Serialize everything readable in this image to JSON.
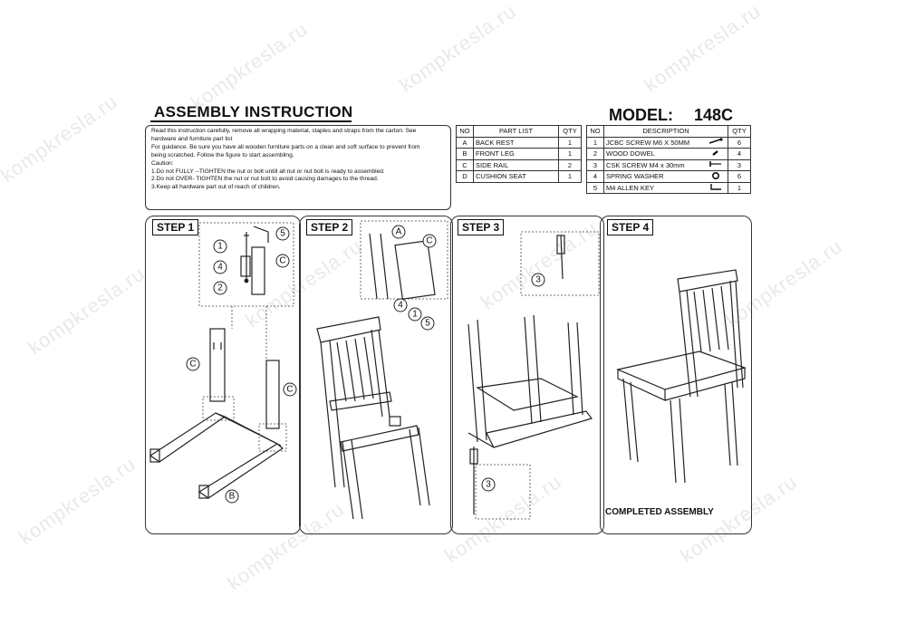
{
  "header": {
    "title": "ASSEMBLY INSTRUCTION",
    "model_label": "MODEL:",
    "model_number": "148C"
  },
  "instructions": {
    "lines": [
      "Read this instruction carefully, remove all wrapping material, staples and straps from the carton. See",
      "hardware and furniture part list",
      "For guidance. Be sure you have all wooden furniture parts on a clean and soft surface to prevent from",
      "being scratched. Follow the figure to start assembling.",
      "Caution:",
      "1.Do not FULLY --TIGHTEN the nut or bolt untill all nut or nut bolt is ready to assembled.",
      "2.Do not OVER- TIGHTEN the nut or nut bolt to avoid causing damages to the thread.",
      "3.Keep all hardware part out of reach of children."
    ]
  },
  "part_list": {
    "headers": [
      "NO",
      "PART LIST",
      "QTY"
    ],
    "rows": [
      {
        "no": "A",
        "name": "BACK REST",
        "qty": "1"
      },
      {
        "no": "B",
        "name": "FRONT LEG",
        "qty": "1"
      },
      {
        "no": "C",
        "name": "SIDE RAIL",
        "qty": "2"
      },
      {
        "no": "D",
        "name": "CUSHION SEAT",
        "qty": "1"
      }
    ]
  },
  "hardware": {
    "headers": [
      "NO",
      "DESCRIPTION",
      "QTY"
    ],
    "rows": [
      {
        "no": "1",
        "desc": "JCBC SCREW M6 X 50MM",
        "icon": "screw-icon",
        "qty": "6"
      },
      {
        "no": "2",
        "desc": "WOOD DOWEL",
        "icon": "dowel-icon",
        "qty": "4"
      },
      {
        "no": "3",
        "desc": "CSK SCREW M4 x 30mm",
        "icon": "csk-screw-icon",
        "qty": "3"
      },
      {
        "no": "4",
        "desc": "SPRING WASHER",
        "icon": "washer-icon",
        "qty": "6"
      },
      {
        "no": "5",
        "desc": "M4 ALLEN KEY",
        "icon": "allen-key-icon",
        "qty": "1"
      }
    ]
  },
  "steps": [
    {
      "label": "STEP 1"
    },
    {
      "label": "STEP 2"
    },
    {
      "label": "STEP 3"
    },
    {
      "label": "STEP 4",
      "caption": "COMPLETED ASSEMBLY"
    }
  ],
  "callouts": {
    "s1_c1": "C",
    "s1_c2": "C",
    "s1_b": "B",
    "s1_d1": "1",
    "s1_d4": "4",
    "s1_d2": "2",
    "s1_d5": "5",
    "s1_dc": "C",
    "s2_a": "A",
    "s2_c": "C",
    "s2_4": "4",
    "s2_1": "1",
    "s2_5": "5",
    "s3_3a": "3",
    "s3_3b": "3"
  },
  "watermark": "kompkresla.ru"
}
